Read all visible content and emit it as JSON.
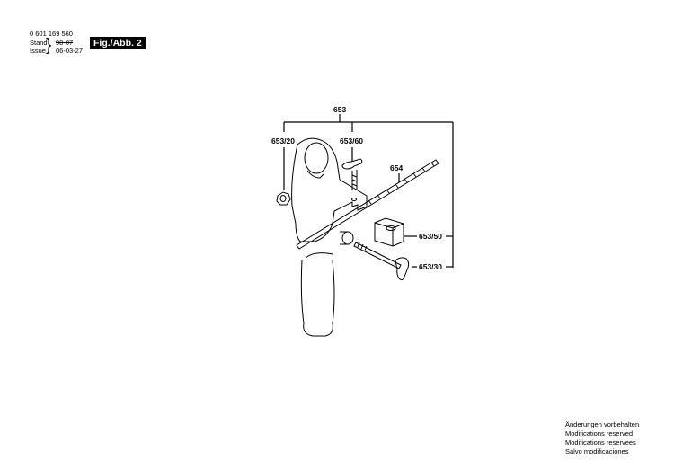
{
  "header": {
    "part_number": "0 601 169 560",
    "stand_label": "Stand",
    "issue_label": "Issue",
    "stand_value": "98-07",
    "issue_value": "06-03-27",
    "figure_label": "Fig./Abb. 2"
  },
  "diagram": {
    "parts": [
      {
        "id": "653",
        "label": "653",
        "description": "handle assembly (group)"
      },
      {
        "id": "653/20",
        "label": "653/20",
        "description": "nut"
      },
      {
        "id": "653/60",
        "label": "653/60",
        "description": "wing screw"
      },
      {
        "id": "654",
        "label": "654",
        "description": "depth stop rod"
      },
      {
        "id": "653/50",
        "label": "653/50",
        "description": "clamp block"
      },
      {
        "id": "653/30",
        "label": "653/30",
        "description": "wing bolt"
      }
    ],
    "line_color": "#000000",
    "background": "#ffffff"
  },
  "footer": {
    "lines": [
      "Änderungen vorbehalten",
      "Modifications reserved",
      "Modifications reservees",
      "Salvo modificaciones"
    ]
  }
}
